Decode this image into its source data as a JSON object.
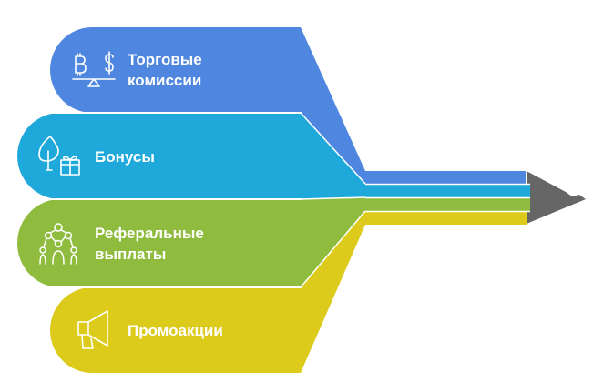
{
  "items": [
    {
      "label": "Торговые\nкомиссии",
      "icon": "bitcoin-dollar-scale-icon",
      "color": "#4f86e0"
    },
    {
      "label": "Бонусы",
      "icon": "tree-gift-icon",
      "color": "#1fa9db"
    },
    {
      "label": "Реферальные\nвыплаты",
      "icon": "people-network-icon",
      "color": "#8fbc3f"
    },
    {
      "label": "Промоакции",
      "icon": "megaphone-icon",
      "color": "#dccb1b"
    }
  ],
  "pencil_tip_color": "#666666"
}
